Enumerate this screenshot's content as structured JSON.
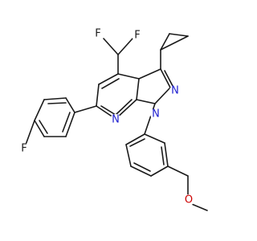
{
  "atoms": {
    "f_top_left": "F",
    "f_top_right": "F",
    "n_ring_top": "N",
    "n_pyridine": "N",
    "n_ring_bottom": "N",
    "f_aryl": "F",
    "o_methoxy": "O"
  },
  "colors": {
    "bond": "#1a1a1a",
    "nitrogen": "#1f1fd0",
    "fluorine": "#1a1a1a",
    "oxygen": "#cc0000",
    "background": "#ffffff"
  }
}
